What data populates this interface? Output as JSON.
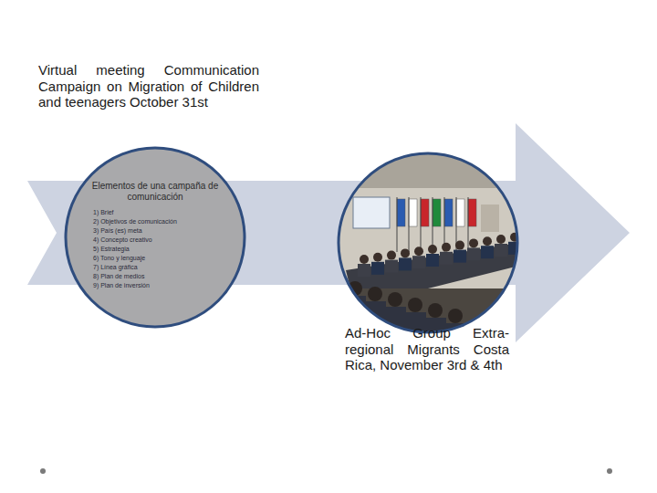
{
  "diagram": {
    "nodes": [
      {
        "text": [
          "Virtual meeting Communication Campaign on Migration of Children and teenagers October 31st"
        ]
      },
      {
        "text": [
          "Ad-Hoc Group Extra-regional Migrants Costa Rica, November 3rd & 4th"
        ]
      }
    ],
    "labels": [
      "Elementos de una campaña de comunicación",
      "1) Brief",
      "2) Objetivos de comunicación",
      "3) País (es) meta",
      "4) Concepto creativo",
      "5) Estrategia",
      "6) Tono y lenguaje",
      "7) Línea gráfica",
      "8) Plan de medios",
      "9) Plan de inversión"
    ]
  }
}
